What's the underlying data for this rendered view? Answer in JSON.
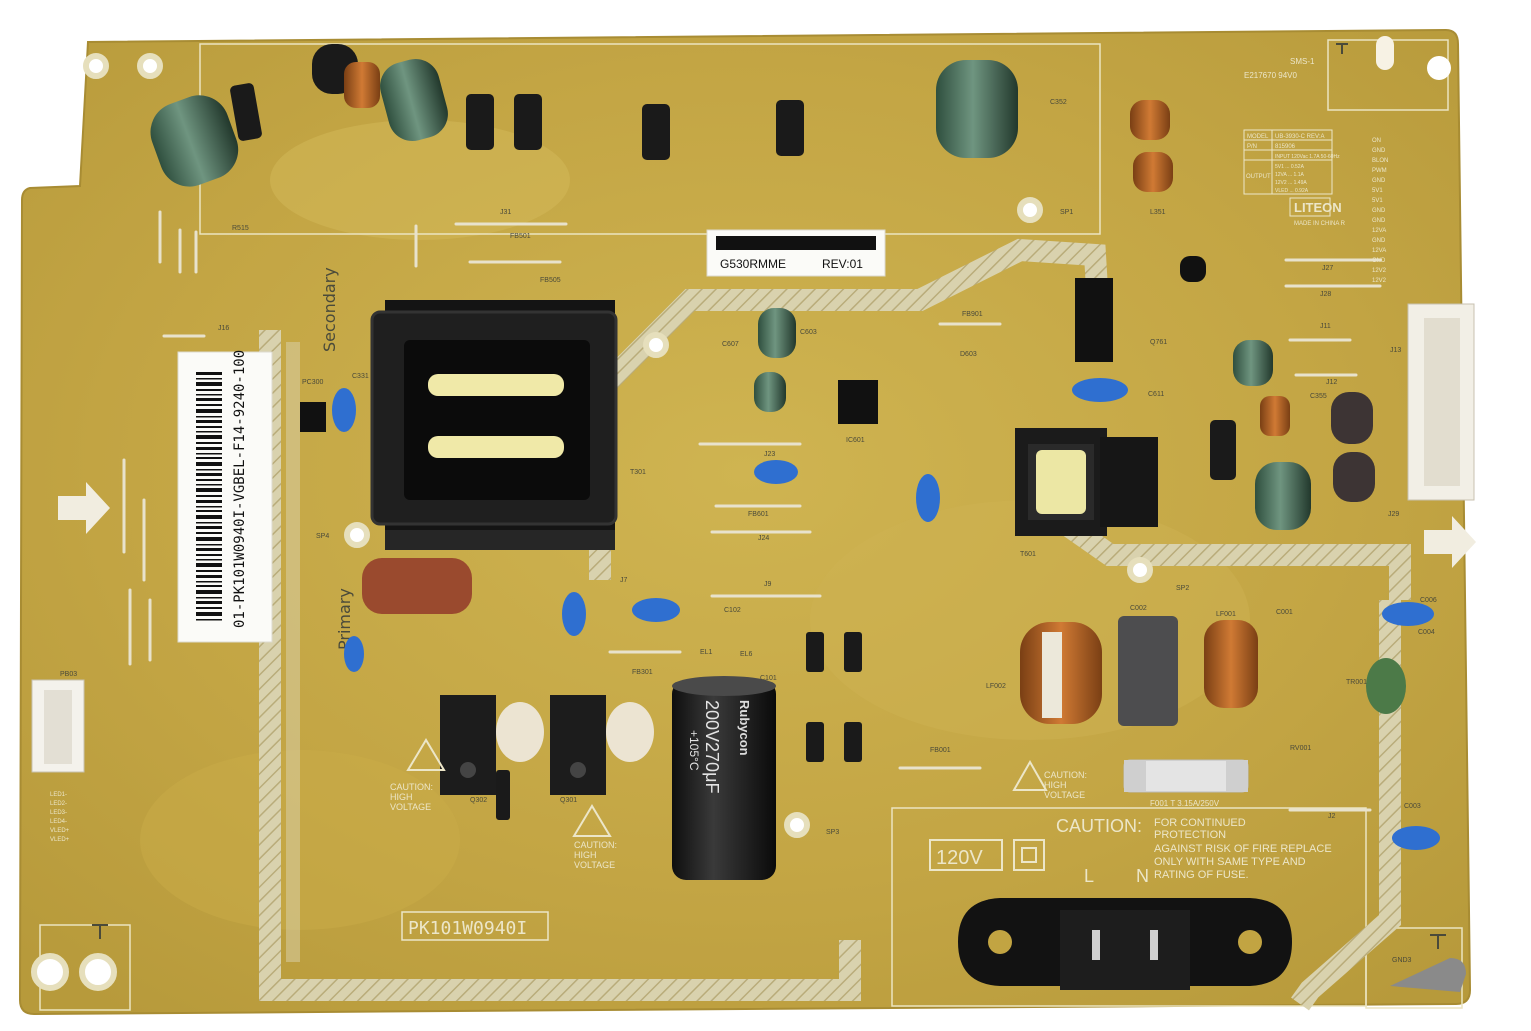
{
  "board": {
    "part_number": "PK101W0940I",
    "barcode_text": "01-PK101W0940I-VGBEL-F14-9240-100",
    "model_sticker": "G530RMME",
    "revision": "REV:01",
    "brand": "LITEON",
    "made_in": "MADE IN CHINA R",
    "ul_code": "E217670 94V0",
    "sms": "SMS-1",
    "voltage_box": "120V",
    "secondary_label": "Secondary",
    "primary_label": "Primary"
  },
  "caution": {
    "title": "CAUTION:",
    "line1": "FOR CONTINUED",
    "line2": "PROTECTION",
    "line3": "AGAINST RISK OF FIRE REPLACE",
    "line4": "ONLY WITH SAME TYPE AND",
    "line5": "RATING OF FUSE.",
    "hv_a": "CAUTION:",
    "hv_b": "HIGH",
    "hv_c": "VOLTAGE"
  },
  "rating_table": {
    "model_label": "MODEL",
    "model_value": "UB-3930-C REV:A",
    "pn_label": "P/N",
    "pn_value": "815906",
    "input": "INPUT 120Vac 1.7A 50-60Hz",
    "output_label": "OUTPUT",
    "rows": [
      "5V1 ... 0.52A",
      "12VA ... 1.1A",
      "12V2 ... 1.49A",
      "VLED ... 0.92A"
    ]
  },
  "capacitor": {
    "brand": "Rubycon",
    "value": "200V270μF",
    "temp": "+105°C"
  },
  "fuse": {
    "label": "F001  T 3.15A/250V"
  },
  "ac_inlet": {
    "l": "L",
    "n": "N"
  },
  "refs": {
    "pb03": "PB03",
    "pc300": "PC300",
    "c331": "C331",
    "t301": "T301",
    "t601": "T601",
    "ic601": "IC601",
    "c607": "C607",
    "c603": "C603",
    "d603": "D603",
    "q761": "Q761",
    "c611": "C611",
    "c352": "C352",
    "sp1": "SP1",
    "sp2": "SP2",
    "sp3": "SP3",
    "sp4": "SP4",
    "lf001": "LF001",
    "lf002": "LF002",
    "c001": "C001",
    "c002": "C002",
    "c003": "C003",
    "c004": "C004",
    "c006": "C006",
    "rv001": "RV001",
    "tr001": "TR001",
    "fb001": "FB001",
    "fb301": "FB301",
    "fb601": "FB601",
    "fb501": "FB501",
    "fb505": "FB505",
    "fb901": "FB901",
    "q302": "Q302",
    "q301": "Q301",
    "c101": "C101",
    "c102": "C102",
    "c355": "C355",
    "l351": "L351",
    "j23": "J23",
    "j24": "J24",
    "j9": "J9",
    "j7": "J7",
    "j11": "J11",
    "j12": "J12",
    "j13": "J13",
    "j27": "J27",
    "j28": "J28",
    "j29": "J29",
    "j31": "J31",
    "j16": "J16",
    "j2": "J2",
    "el1": "EL1",
    "el6": "EL6",
    "r515": "R515",
    "gnd": "GND3"
  },
  "pin_labels": [
    "LED1-",
    "LED2-",
    "LED3-",
    "LED4-",
    "VLED+",
    "VLED+"
  ],
  "connector_labels": [
    "ON",
    "GND",
    "BLON",
    "PWM",
    "GND",
    "5V1",
    "5V1",
    "GND",
    "GND",
    "12VA",
    "GND",
    "12VA",
    "GND",
    "12V2",
    "12V2"
  ],
  "colors": {
    "pcb": "#c2a442",
    "pcb_light": "#d6bb58",
    "trace_band": "#d8d4b4",
    "silkscreen": "#ece6c8",
    "blue_cap": "#2f6fd0",
    "transformer": "#1d1d1d"
  }
}
